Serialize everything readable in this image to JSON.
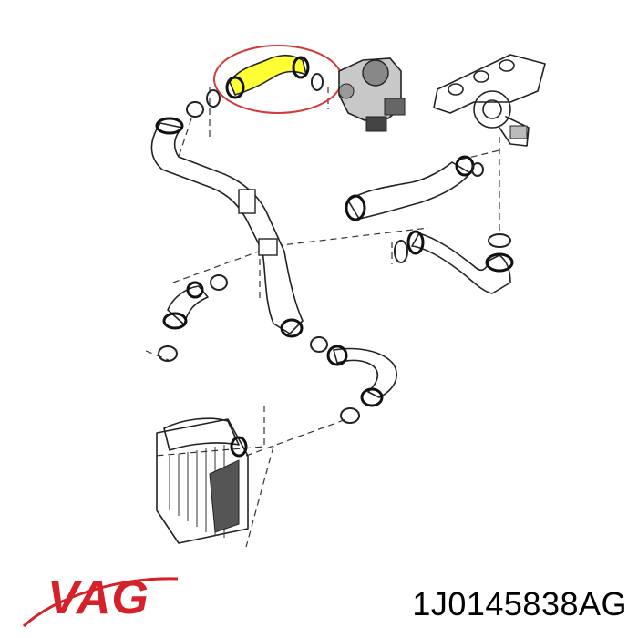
{
  "brand": {
    "name": "VAG",
    "color": "#d6202a",
    "logo": "vag-logo"
  },
  "part_number": "1J0145838AG",
  "highlight": {
    "hose_color": "#ffff33",
    "circle_color": "#d33a3a"
  }
}
